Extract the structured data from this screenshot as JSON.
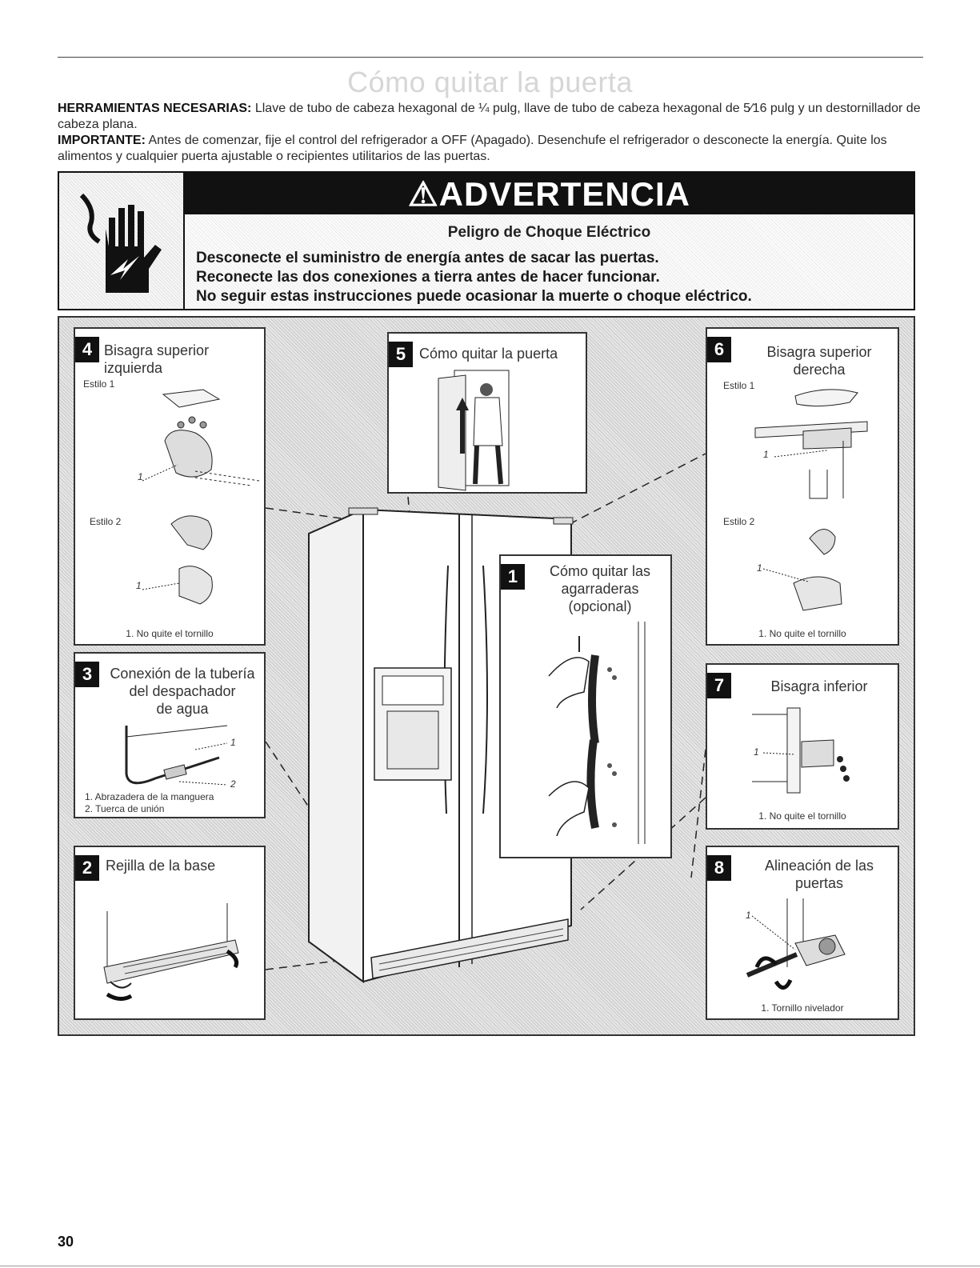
{
  "page": {
    "title": "Cómo quitar la puerta",
    "tools_label": "HERRAMIENTAS NECESARIAS:",
    "tools_text": " Llave de tubo de cabeza hexagonal de ¼ pulg, llave de tubo de cabeza hexagonal de 5⁄16 pulg y un destornillador de cabeza plana.",
    "important_label": "IMPORTANTE:",
    "important_text": " Antes de comenzar, fije el control del refrigerador a OFF (Apagado). Desenchufe el refrigerador o desconecte la energía. Quite los alimentos y cualquier puerta ajustable o recipientes utilitarios de las puertas.",
    "page_number": "30"
  },
  "warning": {
    "banner": "ADVERTENCIA",
    "icon": "electric-shock-hand-icon",
    "subtitle": "Peligro de Choque Eléctrico",
    "lines": [
      "Desconecte el suministro de energía antes de sacar las puertas.",
      "Reconecte las dos conexiones a tierra antes de hacer funcionar.",
      "No seguir estas instrucciones puede ocasionar la muerte o choque eléctrico."
    ]
  },
  "panels": {
    "p4": {
      "number": "4",
      "title_1": "Bisagra superior",
      "title_2": "izquierda",
      "style1": "Estilo 1",
      "style2": "Estilo 2",
      "callout1": "1",
      "callout2": "1",
      "caption": "1. No quite el tornillo"
    },
    "p5": {
      "number": "5",
      "title": "Cómo quitar la puerta"
    },
    "p6": {
      "number": "6",
      "title_1": "Bisagra superior",
      "title_2": "derecha",
      "style1": "Estilo 1",
      "style2": "Estilo 2",
      "callout1": "1",
      "callout2": "1",
      "caption": "1. No quite el tornillo"
    },
    "p3": {
      "number": "3",
      "title_1": "Conexión de la tubería",
      "title_2": "del despachador",
      "title_3": "de agua",
      "callout1": "1",
      "callout2": "2",
      "caption_1": "1. Abrazadera de la manguera",
      "caption_2": "2. Tuerca de unión"
    },
    "p1": {
      "number": "1",
      "title_1": "Cómo quitar las",
      "title_2": "agarraderas",
      "title_3": "(opcional)"
    },
    "p7": {
      "number": "7",
      "title": "Bisagra inferior",
      "callout1": "1",
      "caption": "1. No quite el tornillo"
    },
    "p2": {
      "number": "2",
      "title": "Rejilla de la base"
    },
    "p8": {
      "number": "8",
      "title_1": "Alineación de las",
      "title_2": "puertas",
      "callout1": "1",
      "caption": "1. Tornillo nivelador"
    }
  }
}
